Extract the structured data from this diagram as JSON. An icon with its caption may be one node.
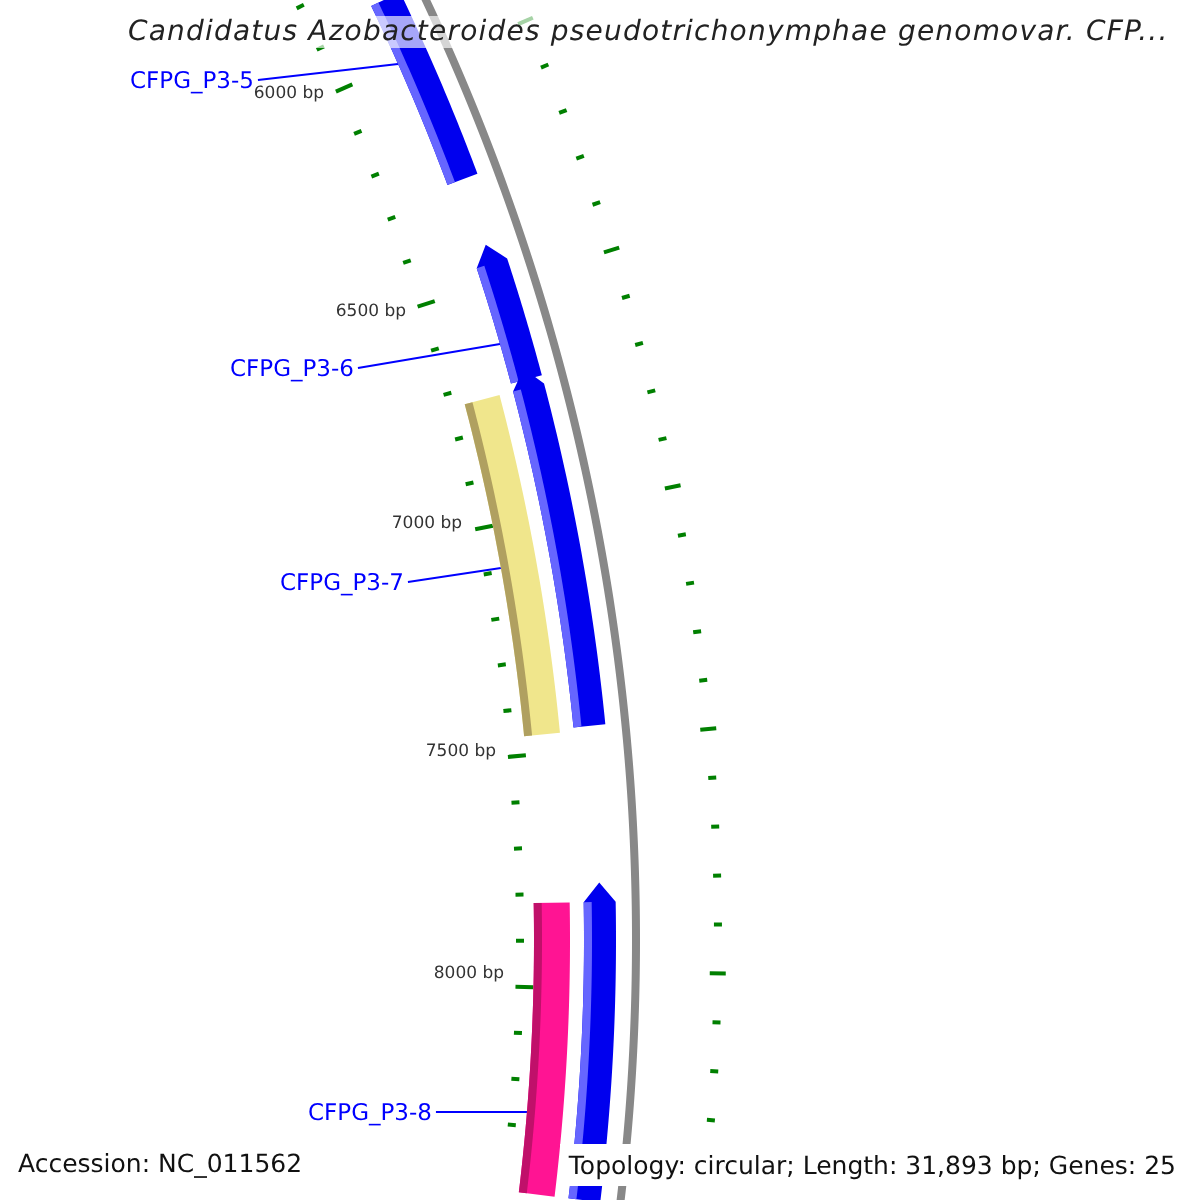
{
  "diagram": {
    "title": "Candidatus Azobacteroides pseudotrichonymphae genomovar. CFP...",
    "nodes": [
      {
        "text": [
          "CFPG_P3-5"
        ]
      },
      {
        "text": [],
        "shape": "bar"
      },
      {
        "text": [],
        "shape": "bar"
      },
      {
        "text": [
          "CFPG_P3-6"
        ]
      },
      {
        "text": [],
        "shape": "bar"
      },
      {
        "text": [],
        "shape": "bar"
      },
      {
        "text": [
          "CFPG_P3-7"
        ]
      },
      {
        "text": [],
        "shape": "bar"
      },
      {
        "text": [],
        "shape": "bar"
      },
      {
        "text": [
          "CFPG_P3-8"
        ]
      }
    ],
    "edges": [
      {
        "from": 0,
        "to": 1,
        "arrow": "none"
      },
      {
        "from": 3,
        "to": 2,
        "arrow": "none"
      },
      {
        "from": 6,
        "to": 4,
        "arrow": "none"
      },
      {
        "from": 9,
        "to": 7,
        "arrow": "none"
      }
    ],
    "labels": [
      "6000 bp",
      "6500 bp",
      "7000 bp",
      "7500 bp",
      "8000 bp",
      "Accession: NC_011562",
      "Topology: circular; Length: 31,893 bp; Genes: 25"
    ]
  }
}
